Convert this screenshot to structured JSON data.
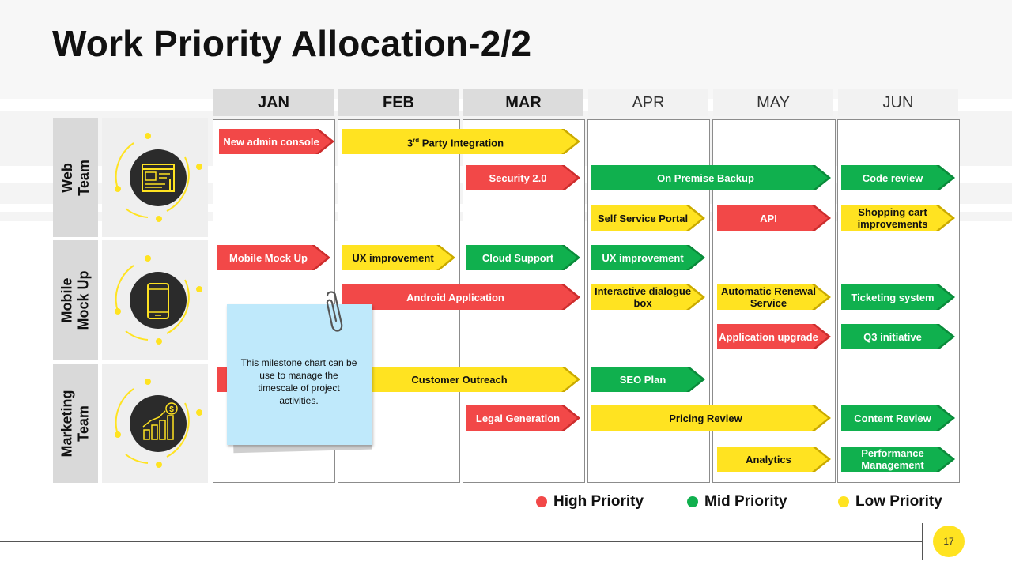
{
  "title": "Work Priority Allocation-2/2",
  "months": [
    "JAN",
    "FEB",
    "MAR",
    "APR",
    "MAY",
    "JUN"
  ],
  "teams": [
    {
      "label": "Web\nTeam",
      "icon": "web-browser-icon"
    },
    {
      "label": "Mobile\nMock Up",
      "icon": "smartphone-icon"
    },
    {
      "label": "Marketing\nTeam",
      "icon": "growth-chart-dollar-icon"
    }
  ],
  "tasks": {
    "new_admin_console": "New admin console",
    "third_party_integration_pre": "3",
    "third_party_integration_sup": "rd",
    "third_party_integration_post": " Party Integration",
    "security": "Security 2.0",
    "on_premise_backup": "On Premise Backup",
    "code_review": "Code review",
    "self_service_portal": "Self Service Portal",
    "api": "API",
    "shopping_cart": "Shopping cart improvements",
    "mobile_mock_up": "Mobile Mock Up",
    "ux_improvement_feb": "UX improvement",
    "cloud_support": "Cloud Support",
    "ux_improvement_apr": "UX improvement",
    "android_application": "Android Application",
    "interactive_dialogue_box": "Interactive dialogue box",
    "automatic_renewal_service": "Automatic Renewal Service",
    "ticketing_system": "Ticketing system",
    "application_upgrade": "Application upgrade",
    "q3_initiative": "Q3 initiative",
    "customer_outreach": "Customer Outreach",
    "seo_plan": "SEO Plan",
    "legal_generation": "Legal Generation",
    "pricing_review": "Pricing Review",
    "content_review": "Content Review",
    "analytics": "Analytics",
    "performance_management": "Performance Management"
  },
  "note": "This milestone chart can be use to manage the timescale of project activities.",
  "legend": {
    "high": "High Priority",
    "mid": "Mid Priority",
    "low": "Low Priority"
  },
  "colors": {
    "high": "#f24848",
    "mid": "#10b04e",
    "low": "#ffe321"
  },
  "page_number": "17"
}
